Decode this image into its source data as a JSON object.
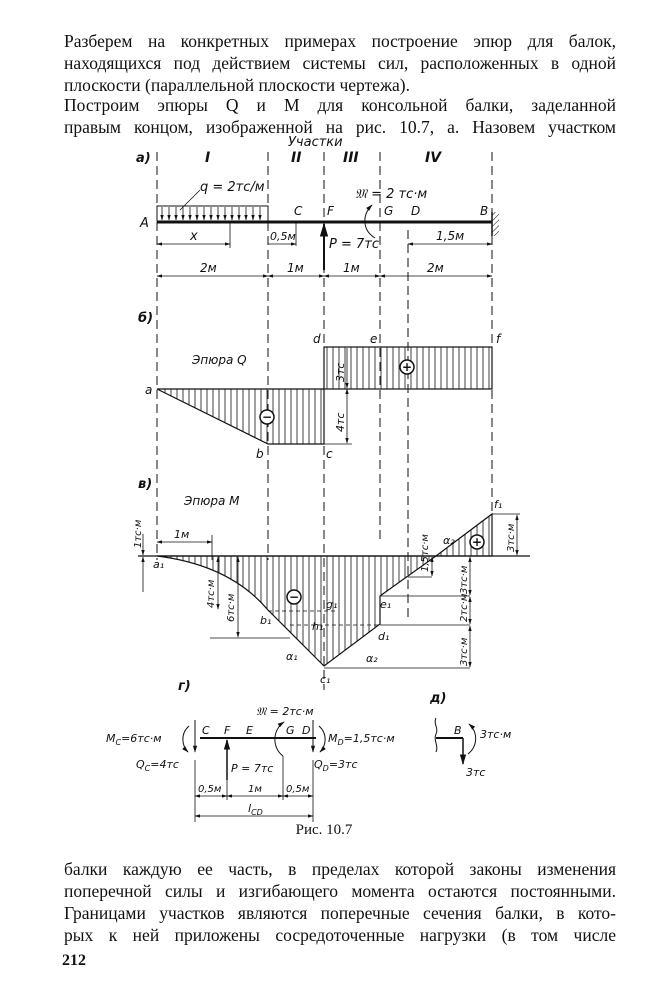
{
  "text": {
    "paragraph1": [
      "Разберем на конкретных примерах построение эпюр для балок,",
      "находящихся под действием системы сил, расположенных в одной",
      "плоскости (параллельной плоскости чертежа)."
    ],
    "paragraph2": [
      "Построим эпюры Q и M для консольной балки, заделанной",
      "правым концом, изображенной на рис. 10.7, а. Назовем участком"
    ],
    "paragraph3": [
      "балки каждую ее часть, в пределах которой законы изменения",
      "поперечной силы и изгибающего момента остаются постоянными.",
      "Границами участков являются поперечные сечения балки, в кото-",
      "рых к ней приложены сосредоточенные нагрузки (в том числе"
    ],
    "caption": "Рис. 10.7",
    "page_number": "212"
  },
  "figure": {
    "sections_title": "Участки",
    "panel_labels": {
      "a": "а)",
      "b": "б)",
      "v": "в)",
      "g": "г)",
      "d": "д)"
    },
    "sections": [
      "I",
      "II",
      "III",
      "IV"
    ],
    "beam": {
      "points": {
        "A": "A",
        "C": "C",
        "F": "F",
        "G": "G",
        "D": "D",
        "B": "B"
      },
      "q_label": "q = 2тс/м",
      "moment_label": "𝔐 = 2 тс·м",
      "force_label": "P = 7тс",
      "dim_x": "x",
      "dim_05": "0,5м",
      "dim_15": "1,5м",
      "spans": [
        "2м",
        "1м",
        "1м",
        "2м"
      ]
    },
    "q_diagram": {
      "title": "Эпюра Q",
      "points": {
        "a": "a",
        "b": "b",
        "c": "c",
        "d": "d",
        "e": "e",
        "f": "f"
      },
      "neg_value": "4тс",
      "pos_value": "3тс",
      "minus": "−",
      "plus": "+"
    },
    "m_diagram": {
      "title": "Эпюра M",
      "points": {
        "a1": "a₁",
        "b1": "b₁",
        "c1": "c₁",
        "d1": "d₁",
        "e1": "e₁",
        "f1": "f₁",
        "g1": "g₁",
        "h1": "h₁"
      },
      "angles": {
        "alpha1": "α₁",
        "alpha2a": "α₂",
        "alpha2b": "α₂"
      },
      "dim_1tcm": "1тс·м",
      "dim_1m": "1м",
      "dim_4tcm": "4тс·м",
      "dim_6tcm": "6тс·м",
      "dim_15tcm": "1,5тс·м",
      "dim_3tcm_top": "3тс·м",
      "dim_3tcm_mid": "3тс·м",
      "dim_2tcm": "2тс·м",
      "dim_3tcm_bot": "3тс·м",
      "minus": "−",
      "plus": "+"
    },
    "segment_cd": {
      "mc": "M",
      "mc_sub": "C",
      "mc_val": "=6тс·м",
      "qc": "Q",
      "qc_sub": "C",
      "qc_val": "=4тс",
      "md": "M",
      "md_sub": "D",
      "md_val": "=1,5тс·м",
      "qd": "Q",
      "qd_sub": "D",
      "qd_val": "=3тс",
      "moment_label": "𝔐 = 2тс·м",
      "force_label": "P = 7тс",
      "points": [
        "C",
        "F",
        "E",
        "G",
        "D"
      ],
      "dims": [
        "0,5м",
        "1м",
        "0,5м"
      ],
      "length": "l",
      "length_sub": "CD"
    },
    "support_b": {
      "point": "B",
      "moment": "3тс·м",
      "force": "3тс"
    }
  }
}
